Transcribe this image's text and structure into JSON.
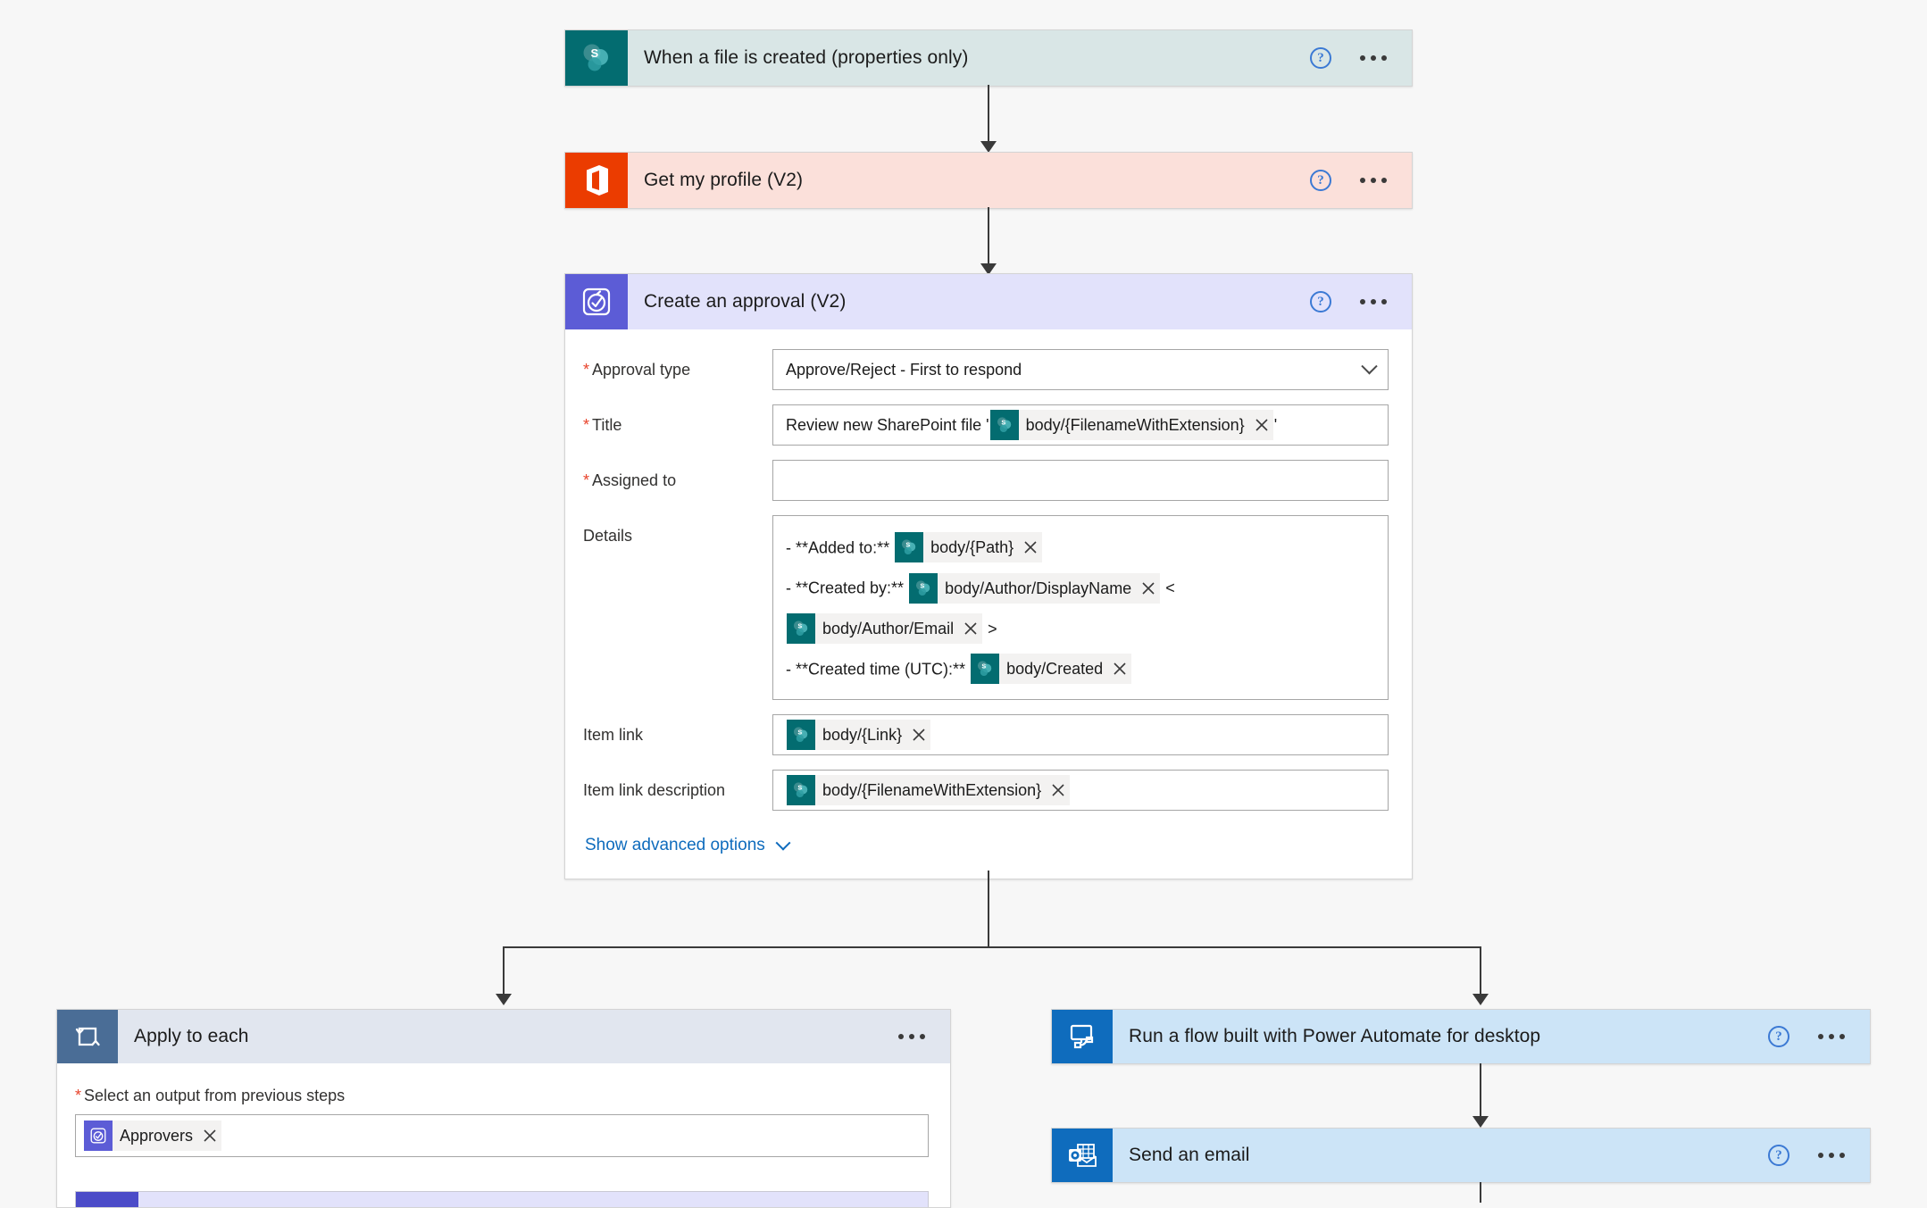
{
  "flow": {
    "trigger": {
      "title": "When a file is created (properties only)",
      "icon": "sharepoint-icon",
      "help_label": "?",
      "menu_label": "•••",
      "color": "#036c70",
      "header_color": "#d9e6e6"
    },
    "get_profile": {
      "title": "Get my profile (V2)",
      "icon": "office365-users-icon",
      "help_label": "?",
      "menu_label": "•••",
      "color": "#eb3c00",
      "header_color": "#fbe0da"
    },
    "approval": {
      "title": "Create an approval (V2)",
      "icon": "approvals-icon",
      "help_label": "?",
      "menu_label": "•••",
      "color": "#5c5cd6",
      "header_color": "#e2e2fb",
      "fields": {
        "approval_type": {
          "label": "Approval type",
          "required": true,
          "value": "Approve/Reject - First to respond",
          "control": "dropdown"
        },
        "title": {
          "label": "Title",
          "required": true,
          "prefix": "Review new SharePoint file '",
          "token": "body/{FilenameWithExtension}",
          "token_icon": "sharepoint-icon",
          "suffix": "'"
        },
        "assigned_to": {
          "label": "Assigned to",
          "required": true,
          "value": ""
        },
        "details": {
          "label": "Details",
          "required": false,
          "lines": [
            {
              "prefix": "- **Added to:**",
              "token": "body/{Path}",
              "token_icon": "sharepoint-icon",
              "suffix": ""
            },
            {
              "prefix": "- **Created by:**",
              "token": "body/Author/DisplayName",
              "token_icon": "sharepoint-icon",
              "suffix": "<"
            },
            {
              "prefix": "",
              "token": "body/Author/Email",
              "token_icon": "sharepoint-icon",
              "suffix": ">"
            },
            {
              "prefix": "- **Created time (UTC):**",
              "token": "body/Created",
              "token_icon": "sharepoint-icon",
              "suffix": ""
            }
          ]
        },
        "item_link": {
          "label": "Item link",
          "required": false,
          "token": "body/{Link}",
          "token_icon": "sharepoint-icon"
        },
        "item_link_description": {
          "label": "Item link description",
          "required": false,
          "token": "body/{FilenameWithExtension}",
          "token_icon": "sharepoint-icon"
        }
      },
      "advanced_options_label": "Show advanced options"
    },
    "apply_to_each": {
      "title": "Apply to each",
      "icon": "loop-icon",
      "menu_label": "•••",
      "color": "#4a6d96",
      "header_color": "#e1e6ef",
      "select_output_label": "Select an output from previous steps",
      "select_output_required": true,
      "token": "Approvers",
      "token_icon": "approvals-icon"
    },
    "run_desktop_flow": {
      "title": "Run a flow built with Power Automate for desktop",
      "icon": "desktop-flow-icon",
      "help_label": "?",
      "menu_label": "•••",
      "color": "#0f6cbd",
      "header_color": "#cce4f7"
    },
    "send_email": {
      "title": "Send an email",
      "icon": "outlook-icon",
      "help_label": "?",
      "menu_label": "•••",
      "color": "#0f6cbd",
      "header_color": "#cce4f7"
    }
  },
  "token_remove_label": "✕"
}
